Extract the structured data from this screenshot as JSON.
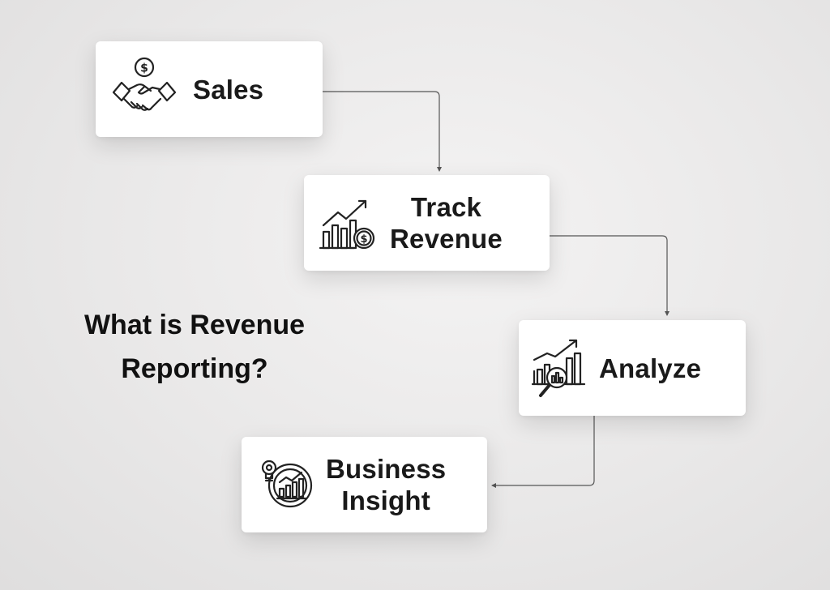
{
  "heading": {
    "line1": "What is Revenue",
    "line2": "Reporting?"
  },
  "steps": [
    {
      "label_lines": [
        "Sales"
      ],
      "icon": "handshake-dollar-icon"
    },
    {
      "label_lines": [
        "Track",
        "Revenue"
      ],
      "icon": "growth-chart-coin-icon"
    },
    {
      "label_lines": [
        "Analyze"
      ],
      "icon": "chart-magnifier-icon"
    },
    {
      "label_lines": [
        "Business",
        "Insight"
      ],
      "icon": "lightbulb-chart-icon"
    }
  ],
  "colors": {
    "text": "#1a1a1a",
    "card": "#ffffff",
    "connector": "#555555",
    "icon_stroke": "#222222"
  }
}
